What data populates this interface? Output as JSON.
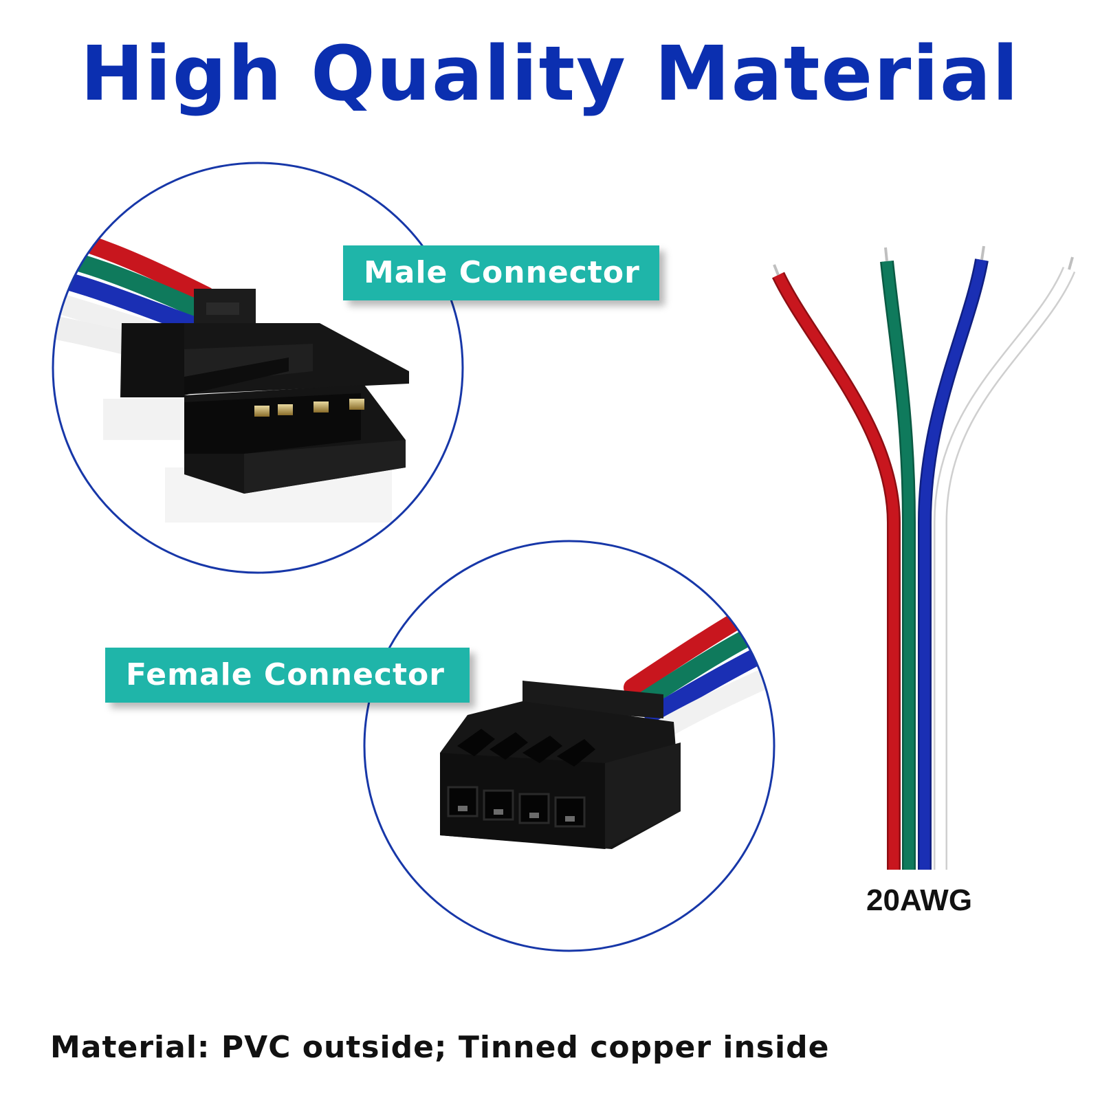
{
  "title": "High Quality Material",
  "callouts": {
    "male_label": "Male Connector",
    "female_label": "Female Connector"
  },
  "wire_gauge_label": "20AWG",
  "footer_text": "Material: PVC outside; Tinned copper inside",
  "colors": {
    "title": "#0b2fb0",
    "label_background": "#1fb5a9",
    "circle_border": "#1737a8",
    "wire_red": "#c8161e",
    "wire_green": "#0f7a5c",
    "wire_blue": "#1a2fb4",
    "wire_white": "#f4f4f4",
    "connector_housing": "#151515"
  },
  "icons": [
    "male-connector-icon",
    "female-connector-icon",
    "wire-bundle-icon"
  ]
}
